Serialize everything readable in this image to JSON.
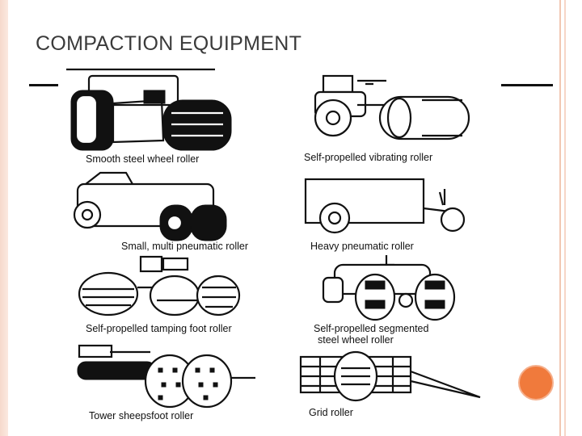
{
  "slide": {
    "title": "COMPACTION EQUIPMENT",
    "accent_color": "#f07a3c",
    "border_color": "#f6d9cc"
  },
  "figure": {
    "captions": {
      "smooth": "Smooth steel wheel roller",
      "vibrating": "Self-propelled vibrating roller",
      "multi_pneumatic": "Small, multi pneumatic roller",
      "heavy_pneumatic": "Heavy pneumatic roller",
      "tamping": "Self-propelled tamping foot roller",
      "segmented_line1": "Self-propelled segmented",
      "segmented_line2": "steel wheel roller",
      "sheepsfoot": "Tower sheepsfoot roller",
      "grid": "Grid roller"
    }
  }
}
